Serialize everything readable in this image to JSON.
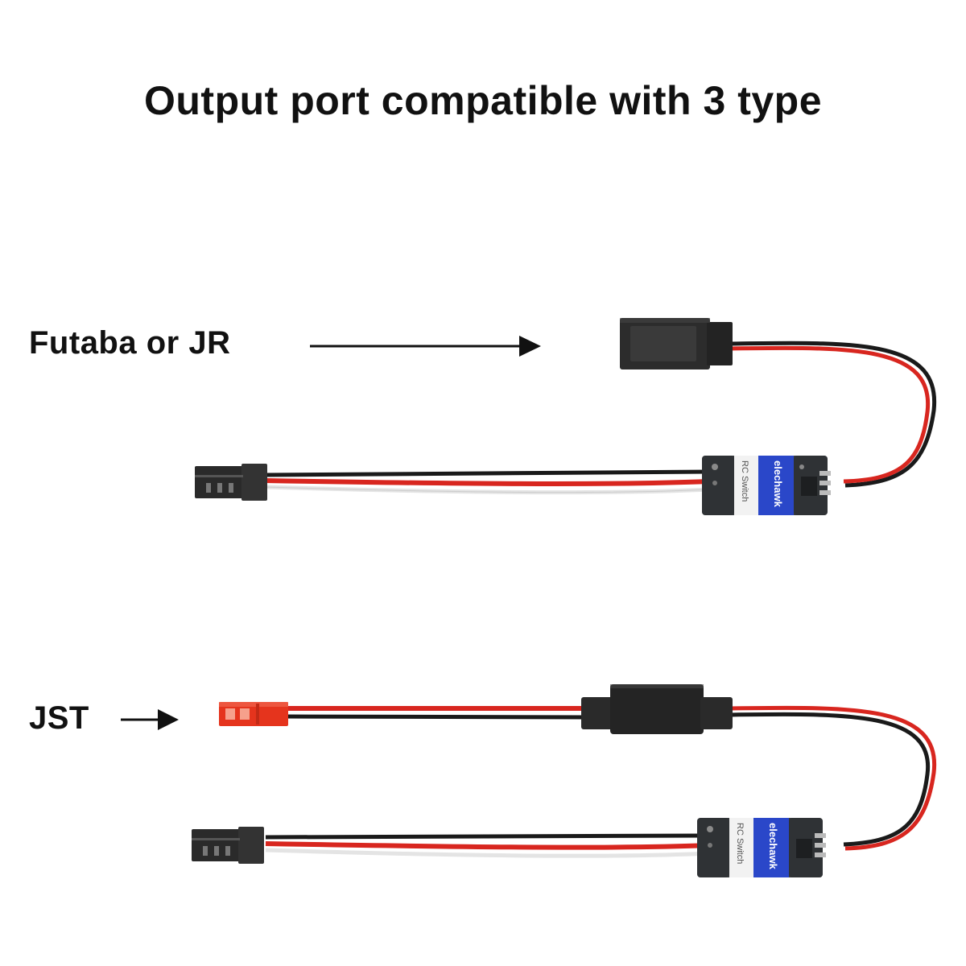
{
  "title": "Output port compatible with 3 type",
  "labels": {
    "futaba_jr": "Futaba or JR",
    "jst": "JST"
  },
  "board": {
    "brand_text": "elechawk",
    "model_text": "RC Switch"
  },
  "colors": {
    "wire_red": "#d8261f",
    "wire_black": "#1a1a1a",
    "wire_white": "#e9e9e9",
    "connector_black": "#2a2a2a",
    "jst_red": "#e5341d",
    "label_blue": "#2a47c9",
    "pcb": "#3c3f42"
  }
}
